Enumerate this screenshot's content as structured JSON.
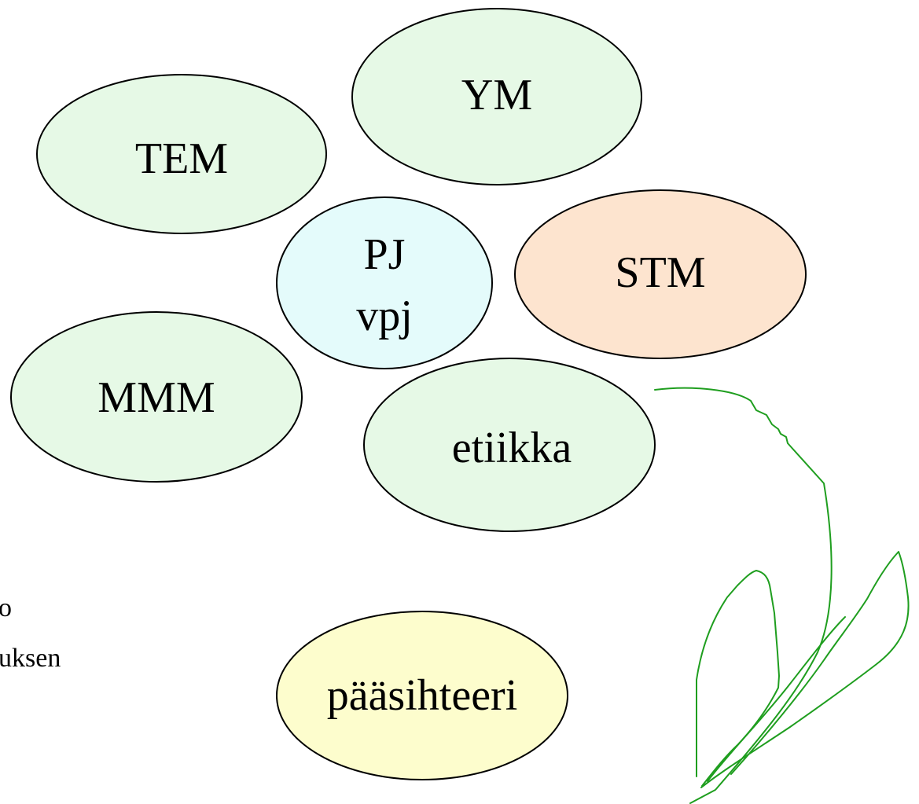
{
  "colors": {
    "outline": "#000000",
    "petal_green": "#e6f9e6",
    "center_cyan": "#e4fbfb",
    "petal_peach": "#fde4cf",
    "pot_yellow": "#fdfdcd",
    "stem_green": "#1f9e1f"
  },
  "petals": {
    "tem": {
      "label": "TEM"
    },
    "ym": {
      "label": "YM"
    },
    "center": {
      "line1": "PJ",
      "line2": "vpj"
    },
    "stm": {
      "label": "STM"
    },
    "mmm": {
      "label": "MMM"
    },
    "etiikka": {
      "label": "etiikka"
    },
    "paasihteeri": {
      "label": "pääsihteeri"
    }
  },
  "side_text": {
    "line1": "o",
    "line2": "uksen"
  }
}
